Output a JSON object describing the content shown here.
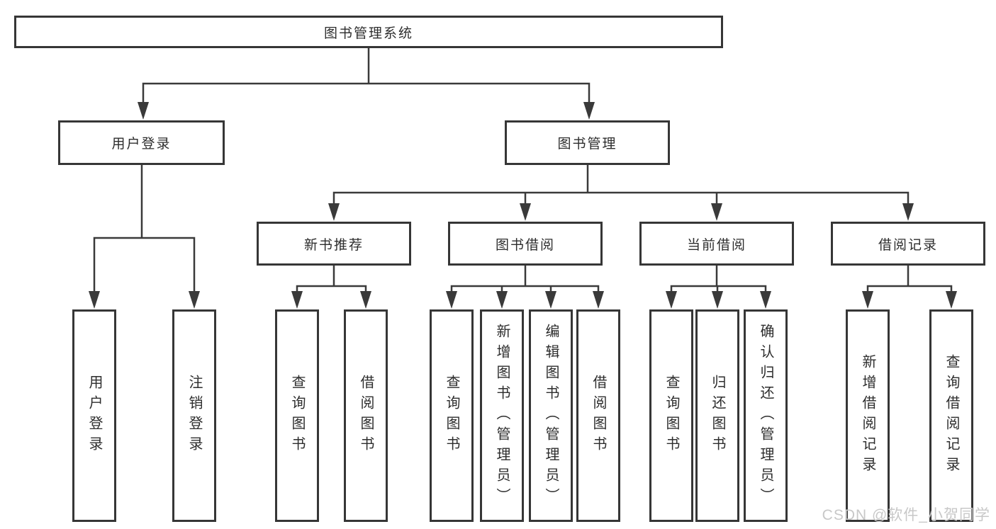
{
  "diagram_type": "hierarchy-structure-chart",
  "colors": {
    "line": "#3a3a3a",
    "box_border": "#363636",
    "text": "#2d2d2d",
    "watermark": "#c8c8c8",
    "background": "#ffffff"
  },
  "tree": {
    "label": "图书管理系统",
    "children": [
      {
        "label": "用户登录",
        "children": [
          {
            "label": "用户登录"
          },
          {
            "label": "注销登录"
          }
        ]
      },
      {
        "label": "图书管理",
        "children": [
          {
            "label": "新书推荐",
            "children": [
              {
                "label": "查询图书"
              },
              {
                "label": "借阅图书"
              }
            ]
          },
          {
            "label": "图书借阅",
            "children": [
              {
                "label": "查询图书"
              },
              {
                "label": "新增图书（管理员）"
              },
              {
                "label": "编辑图书（管理员）"
              },
              {
                "label": "借阅图书"
              }
            ]
          },
          {
            "label": "当前借阅",
            "children": [
              {
                "label": "查询图书"
              },
              {
                "label": "归还图书"
              },
              {
                "label": "确认归还（管理员）"
              }
            ]
          },
          {
            "label": "借阅记录",
            "children": [
              {
                "label": "新增借阅记录"
              },
              {
                "label": "查询借阅记录"
              }
            ]
          }
        ]
      }
    ]
  },
  "watermark": "CSDN @软件_小贺同学"
}
